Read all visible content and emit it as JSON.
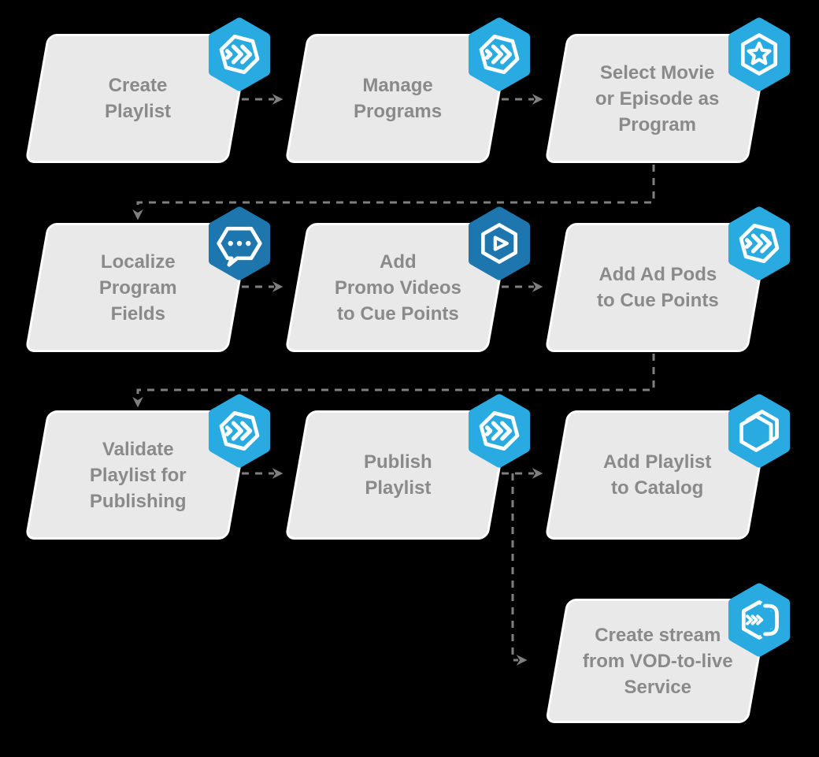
{
  "colors": {
    "background": "#000000",
    "box_fill": "#e9e9e9",
    "box_border": "#ffffff",
    "label_text": "#8a8a8a",
    "badge_light_blue": "#29abe2",
    "badge_dark_blue": "#1d76ad",
    "connector_gray": "#7f7f7f"
  },
  "nodes": [
    {
      "id": "create-playlist",
      "lines": [
        "Create",
        "Playlist"
      ],
      "icon": "fast-forward-hexagon-icon",
      "badge": "light"
    },
    {
      "id": "manage-programs",
      "lines": [
        "Manage",
        "Programs"
      ],
      "icon": "fast-forward-hexagon-icon",
      "badge": "light"
    },
    {
      "id": "select-movie",
      "lines": [
        "Select Movie",
        "or Episode as",
        "Program"
      ],
      "icon": "star-hexagon-icon",
      "badge": "light"
    },
    {
      "id": "localize-program-fields",
      "lines": [
        "Localize",
        "Program",
        "Fields"
      ],
      "icon": "chat-bubble-icon",
      "badge": "dark"
    },
    {
      "id": "add-promo-videos",
      "lines": [
        "Add",
        "Promo Videos",
        "to Cue Points"
      ],
      "icon": "play-video-hexagon-icon",
      "badge": "dark"
    },
    {
      "id": "add-ad-pods",
      "lines": [
        "Add Ad Pods",
        "to Cue Points"
      ],
      "icon": "fast-forward-hexagon-icon",
      "badge": "light"
    },
    {
      "id": "validate-playlist",
      "lines": [
        "Validate",
        "Playlist for",
        "Publishing"
      ],
      "icon": "fast-forward-hexagon-icon",
      "badge": "light"
    },
    {
      "id": "publish-playlist",
      "lines": [
        "Publish",
        "Playlist"
      ],
      "icon": "fast-forward-hexagon-icon",
      "badge": "light"
    },
    {
      "id": "add-playlist-to-catalog",
      "lines": [
        "Add Playlist",
        "to Catalog"
      ],
      "icon": "catalog-stack-icon",
      "badge": "light"
    },
    {
      "id": "create-stream-vod",
      "lines": [
        "Create stream",
        "from VOD-to-live",
        "Service"
      ],
      "icon": "vod-to-live-loop-icon",
      "badge": "light"
    }
  ],
  "connections": [
    {
      "from": "create-playlist",
      "to": "manage-programs"
    },
    {
      "from": "manage-programs",
      "to": "select-movie"
    },
    {
      "from": "select-movie",
      "to": "localize-program-fields"
    },
    {
      "from": "localize-program-fields",
      "to": "add-promo-videos"
    },
    {
      "from": "add-promo-videos",
      "to": "add-ad-pods"
    },
    {
      "from": "add-ad-pods",
      "to": "validate-playlist"
    },
    {
      "from": "validate-playlist",
      "to": "publish-playlist"
    },
    {
      "from": "publish-playlist",
      "to": "add-playlist-to-catalog"
    },
    {
      "from": "publish-playlist",
      "to": "create-stream-vod"
    }
  ]
}
